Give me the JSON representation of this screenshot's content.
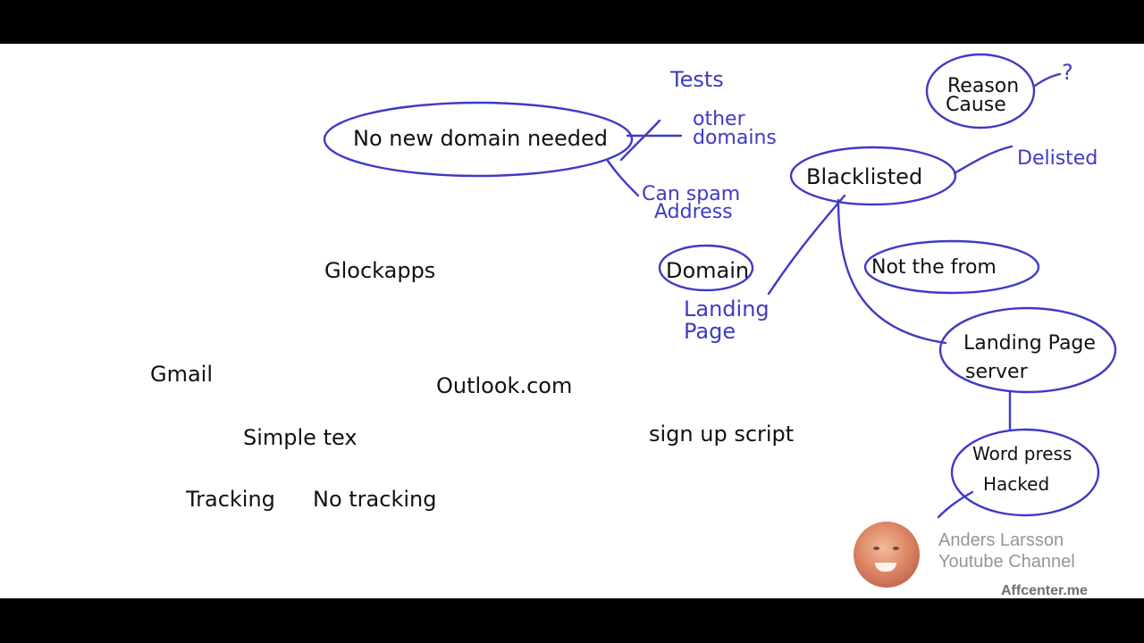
{
  "mindmap": {
    "no_new_domain": "No new domain needed",
    "tests": "Tests",
    "other": "other",
    "domains": "domains",
    "can_spam": "Can spam",
    "address": "Address",
    "glockapps": "Glockapps",
    "gmail": "Gmail",
    "outlook": "Outlook.com",
    "simple_tex": "Simple tex",
    "tracking": "Tracking",
    "no_tracking": "No tracking",
    "sign_up_script": "sign up script",
    "domain": "Domain",
    "landing": "Landing",
    "page": "Page",
    "blacklisted": "Blacklisted",
    "delisted": "Delisted",
    "reason": "Reason",
    "cause": "Cause",
    "question_mark": "?",
    "not_the_from": "Not the from",
    "landing_page": "Landing Page",
    "server": "server",
    "wordpress": "Word press",
    "hacked": "Hacked"
  },
  "watermark": {
    "name": "Anders Larsson",
    "channel": "Youtube Channel",
    "site": "Affcenter.me"
  },
  "colors": {
    "ink_black": "#111111",
    "ink_blue": "#3f3ac4",
    "background": "#ffffff",
    "letterbox": "#000000"
  }
}
